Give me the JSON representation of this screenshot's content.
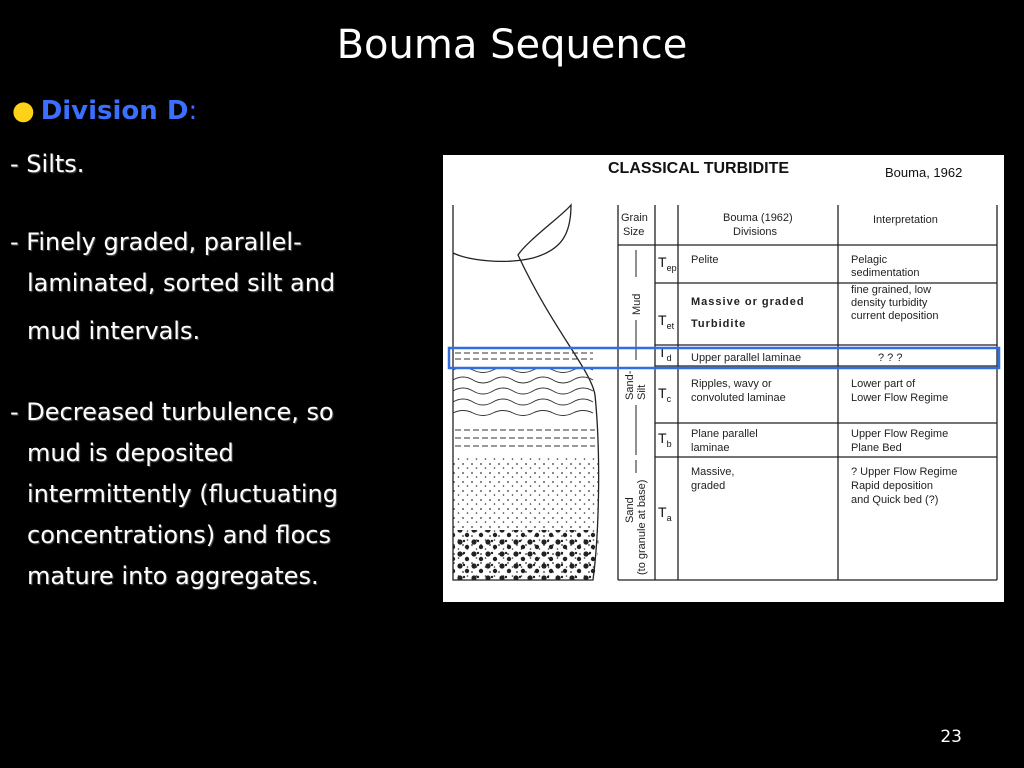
{
  "title": "Bouma Sequence",
  "bullet": {
    "dot": "●",
    "label": "Division D",
    "colon": ":"
  },
  "paragraphs": {
    "p1": "- Silts.",
    "p2_line1": "- Finely graded, parallel-",
    "p2_line2": "laminated, sorted silt and",
    "p2_line3": "mud intervals.",
    "p3_line1": "- Decreased turbulence, so",
    "p3_line2": "mud is deposited",
    "p3_line3": "intermittently (fluctuating",
    "p3_line4": "concentrations) and flocs",
    "p3_line5": "mature into aggregates."
  },
  "figure": {
    "heading": "CLASSICAL TURBIDITE",
    "citation": "Bouma, 1962",
    "col_grain": [
      "Grain",
      "Size"
    ],
    "col_divisions": [
      "Bouma (1962)",
      "Divisions"
    ],
    "col_interpretation": "Interpretation",
    "grain_mud": "Mud",
    "grain_sandsilt": [
      "Sand-",
      "Silt"
    ],
    "grain_sand": [
      "Sand",
      "(to granule at base)"
    ],
    "divisions": [
      {
        "sym": "T",
        "sub": "ep",
        "desc": [
          "Pelite"
        ],
        "interp": [
          "Pelagic",
          "sedimentation"
        ]
      },
      {
        "sym": "T",
        "sub": "et",
        "desc": [
          "Massive  or  graded",
          "Turbidite"
        ],
        "interp": [
          "fine grained, low",
          "density turbidity",
          "current deposition"
        ]
      },
      {
        "sym": "T",
        "sub": "d",
        "desc": [
          "Upper parallel laminae"
        ],
        "interp": [
          "?    ?    ?"
        ]
      },
      {
        "sym": "T",
        "sub": "c",
        "desc": [
          "Ripples, wavy or",
          "convoluted laminae"
        ],
        "interp": [
          "Lower part of",
          "Lower Flow Regime"
        ]
      },
      {
        "sym": "T",
        "sub": "b",
        "desc": [
          "Plane parallel",
          "laminae"
        ],
        "interp": [
          "Upper Flow Regime",
          "Plane Bed"
        ]
      },
      {
        "sym": "T",
        "sub": "a",
        "desc": [
          "Massive,",
          "graded"
        ],
        "interp": [
          "? Upper Flow Regime",
          "Rapid deposition",
          "and Quick bed (?)"
        ]
      }
    ],
    "highlight_color": "#2f6fe0"
  },
  "slide_number": "23"
}
